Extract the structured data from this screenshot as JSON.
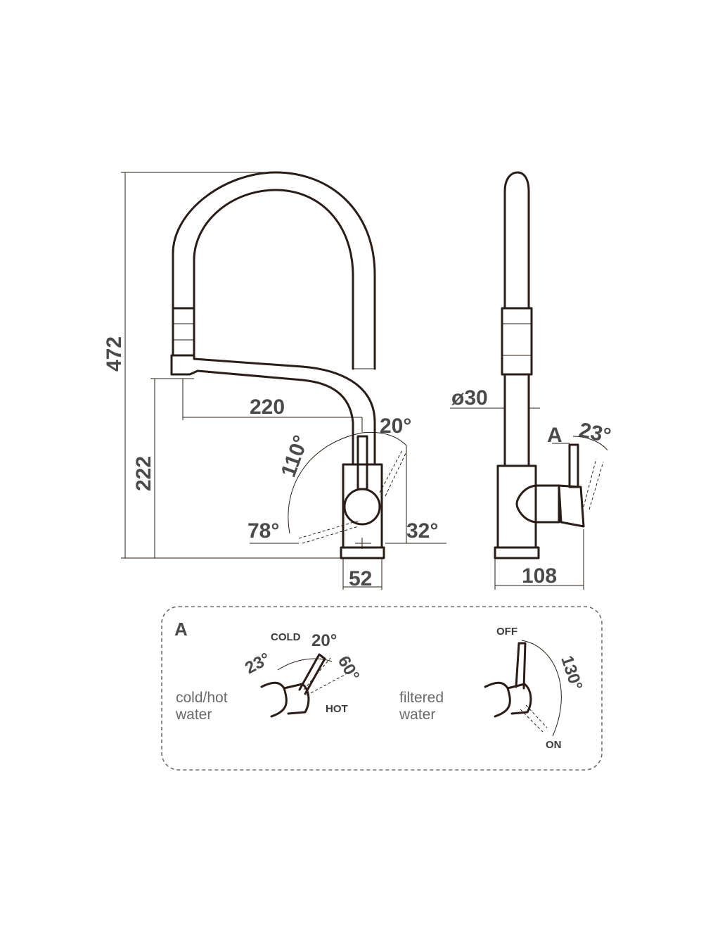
{
  "dimensions": {
    "height_total": "472",
    "spout_height": "222",
    "spout_reach": "220",
    "base_width": "52",
    "depth": "108",
    "diameter": "ø30",
    "angle_20": "20°",
    "angle_110": "110°",
    "angle_78": "78°",
    "angle_32": "32°",
    "angle_23": "23°",
    "detail_marker": "A"
  },
  "detail": {
    "title": "A",
    "left": {
      "caption_line1": "cold/hot",
      "caption_line2": "water",
      "cold": "COLD",
      "hot": "HOT",
      "angle_23": "23°",
      "angle_20": "20°",
      "angle_60": "60°"
    },
    "right": {
      "caption_line1": "filtered",
      "caption_line2": "water",
      "off": "OFF",
      "on": "ON",
      "angle_130": "130°"
    }
  }
}
